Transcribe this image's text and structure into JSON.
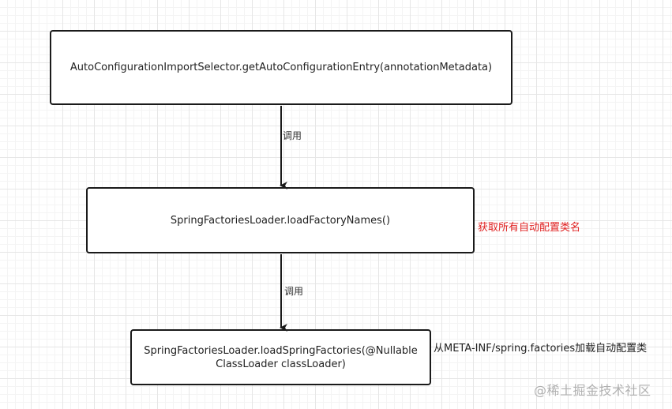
{
  "diagram": {
    "nodes": [
      {
        "id": "n1",
        "label": "AutoConfigurationImportSelector.getAutoConfigurationEntry(annotationMetadata)"
      },
      {
        "id": "n2",
        "label": "SpringFactoriesLoader.loadFactoryNames()"
      },
      {
        "id": "n3",
        "label": "SpringFactoriesLoader.loadSpringFactories(@Nullable ClassLoader classLoader)"
      }
    ],
    "edges": [
      {
        "from": "n1",
        "to": "n2",
        "label": "调用"
      },
      {
        "from": "n2",
        "to": "n3",
        "label": "调用"
      }
    ],
    "annotations": [
      {
        "target": "n2",
        "text": "获取所有自动配置类名",
        "color": "#e02020"
      },
      {
        "target": "n3",
        "text": "从META-INF/spring.factories加载自动配置类",
        "color": "#222222"
      }
    ]
  },
  "watermark": "@稀土掘金技术社区"
}
